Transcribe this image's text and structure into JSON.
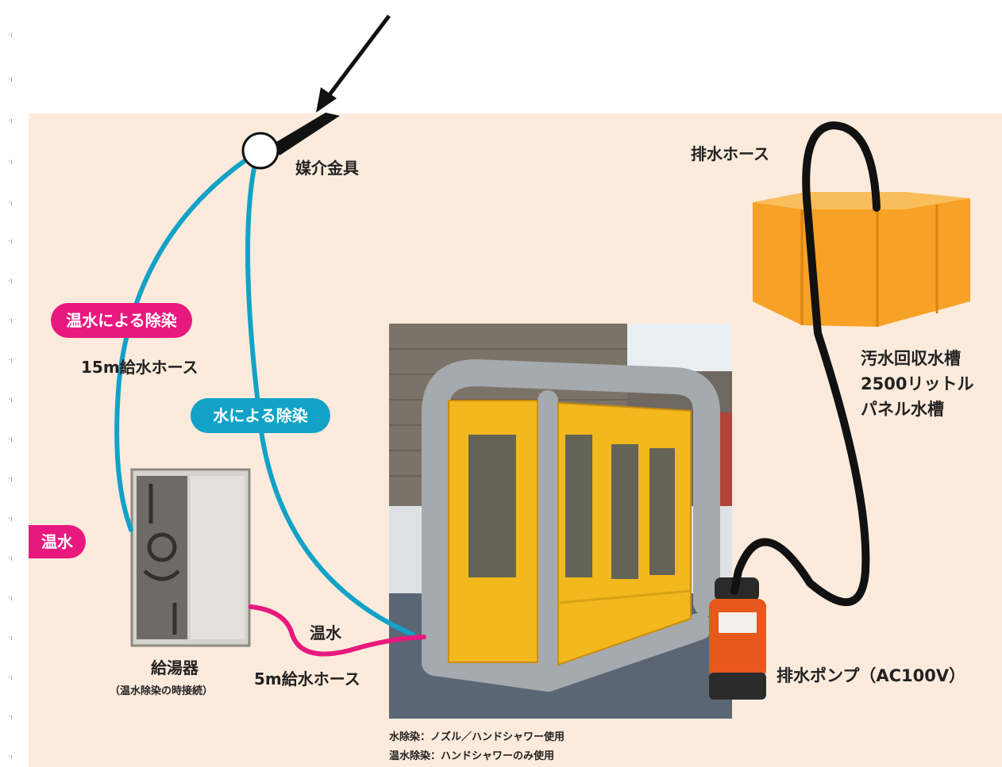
{
  "labels": {
    "coupler": "媒介金具",
    "drain_hose": "排水ホース",
    "tank_line1": "汚水回収水槽",
    "tank_line2": "2500リットル",
    "tank_line3": "パネル水槽",
    "hose_15m": "15m給水ホース",
    "heater_name": "給湯器",
    "heater_note": "（温水除染の時接続）",
    "hot_water_hose": "温水",
    "hose_5m": "5m給水ホース",
    "pump": "排水ポンプ（AC100V）",
    "footnote_line1": "水除染：ノズル／ハンドシャワー使用",
    "footnote_line2": "温水除染：ハンドシャワーのみ使用"
  },
  "badges": {
    "hot_water_decon": "温水による除染",
    "water_decon": "水による除染",
    "hot_water": "温水"
  },
  "colors": {
    "panel_bg": "#fcebdc",
    "water_hose": "#12a2c7",
    "hot_water_hose": "#e8197e",
    "drain_hose": "#111111",
    "tank": "#f7a126",
    "tent_frame": "#9ea4a8",
    "tent_curtain": "#f2b81e",
    "pump": "#e8571c"
  }
}
